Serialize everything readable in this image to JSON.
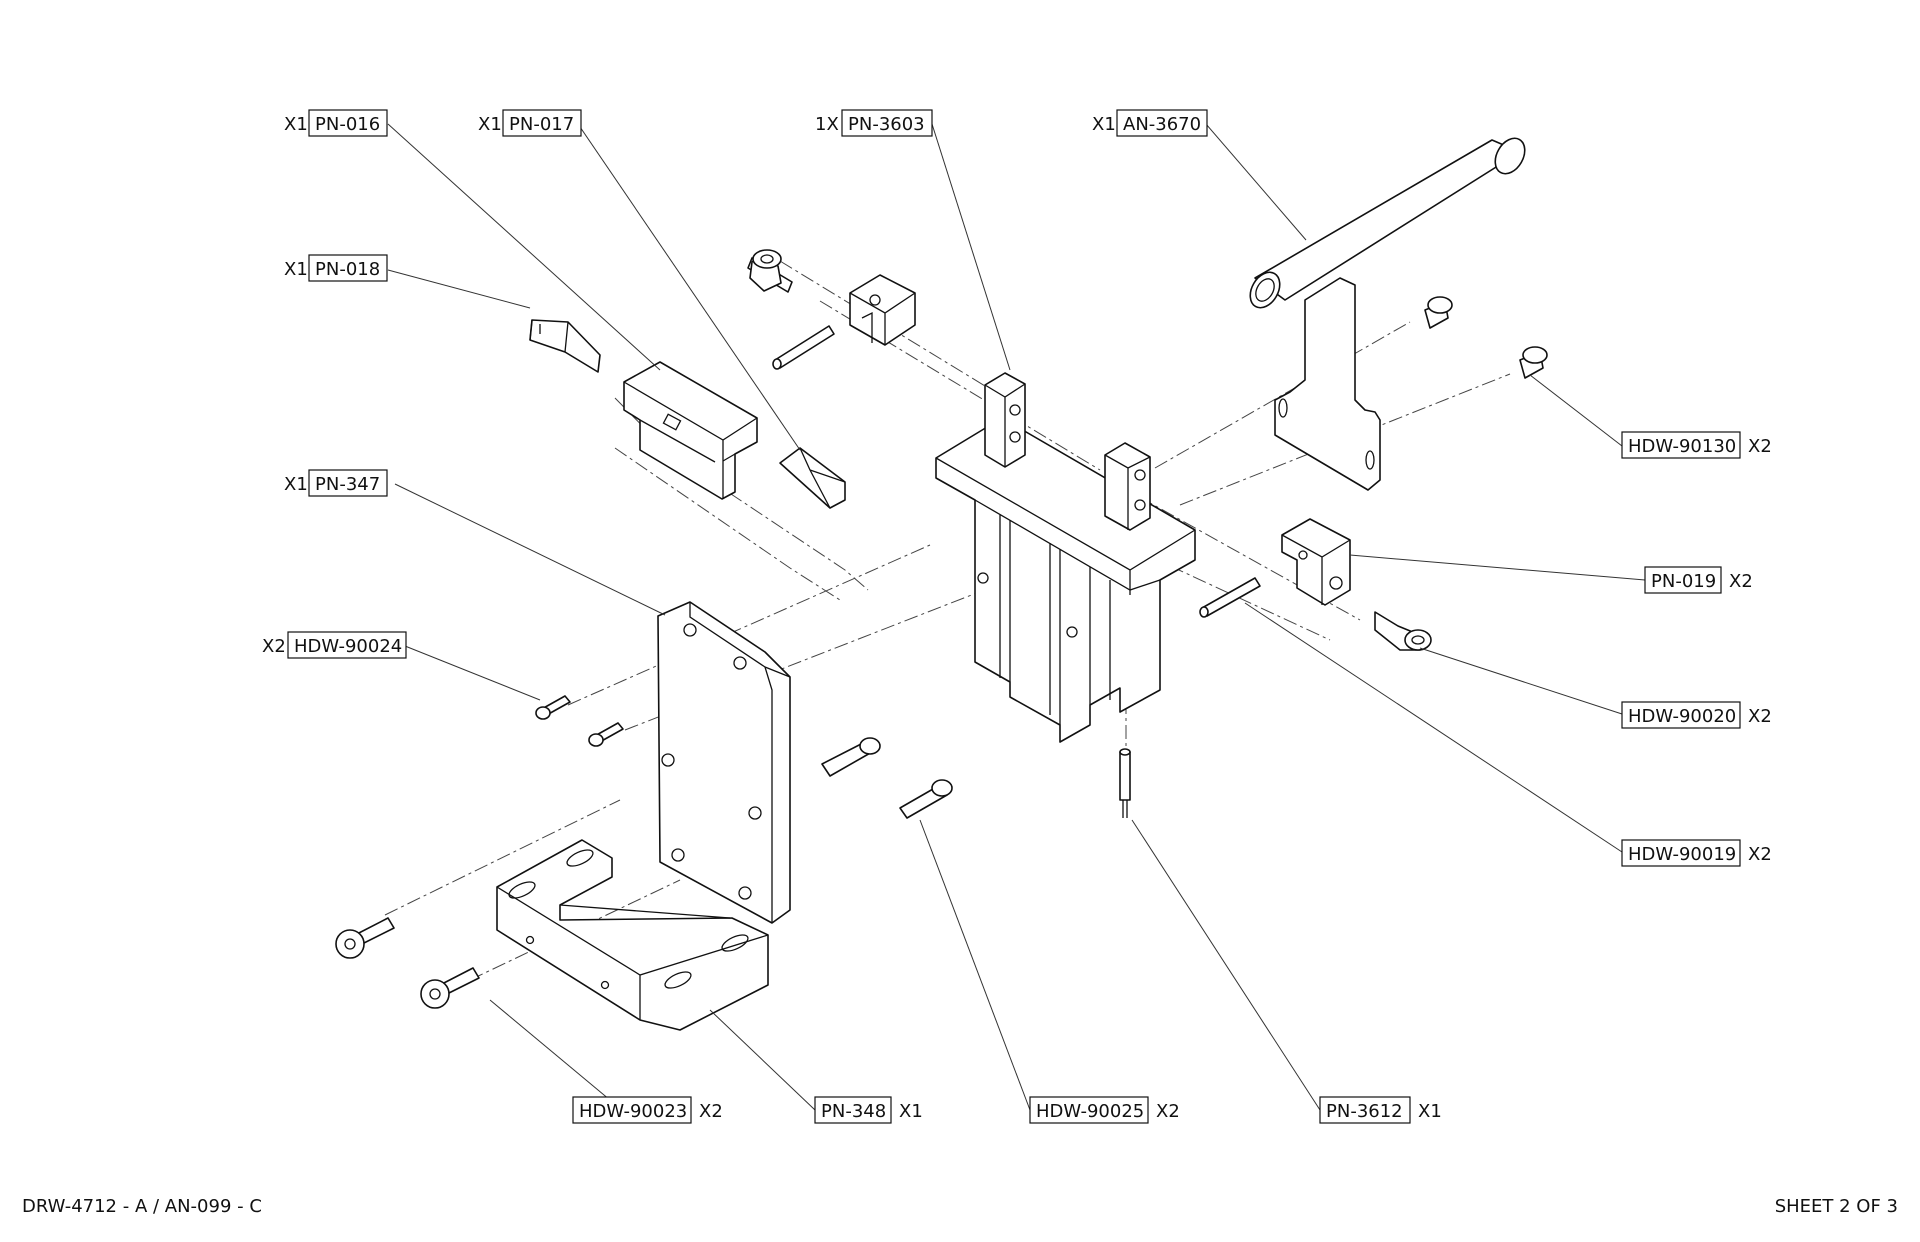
{
  "title_block": {
    "drawing_number": "DRW-4712 - A / AN-099 - C",
    "sheet": "SHEET 2 OF 3"
  },
  "callouts": [
    {
      "id": "pn-016",
      "qty": "X1",
      "part": "PN-016"
    },
    {
      "id": "pn-017",
      "qty": "X1",
      "part": "PN-017"
    },
    {
      "id": "pn-3603",
      "qty": "1X",
      "part": "PN-3603"
    },
    {
      "id": "an-3670",
      "qty": "X1",
      "part": "AN-3670"
    },
    {
      "id": "pn-018",
      "qty": "X1",
      "part": "PN-018"
    },
    {
      "id": "pn-347",
      "qty": "X1",
      "part": "PN-347"
    },
    {
      "id": "hdw-90024",
      "qty": "X2",
      "part": "HDW-90024"
    },
    {
      "id": "hdw-90130",
      "qty": "X2",
      "part": "HDW-90130"
    },
    {
      "id": "pn-019",
      "qty": "X2",
      "part": "PN-019"
    },
    {
      "id": "hdw-90020",
      "qty": "X2",
      "part": "HDW-90020"
    },
    {
      "id": "hdw-90019",
      "qty": "X2",
      "part": "HDW-90019"
    },
    {
      "id": "hdw-90023",
      "qty": "X2",
      "part": "HDW-90023"
    },
    {
      "id": "pn-348",
      "qty": "X1",
      "part": "PN-348"
    },
    {
      "id": "hdw-90025",
      "qty": "X2",
      "part": "HDW-90025"
    },
    {
      "id": "pn-3612",
      "qty": "X1",
      "part": "PN-3612"
    }
  ]
}
